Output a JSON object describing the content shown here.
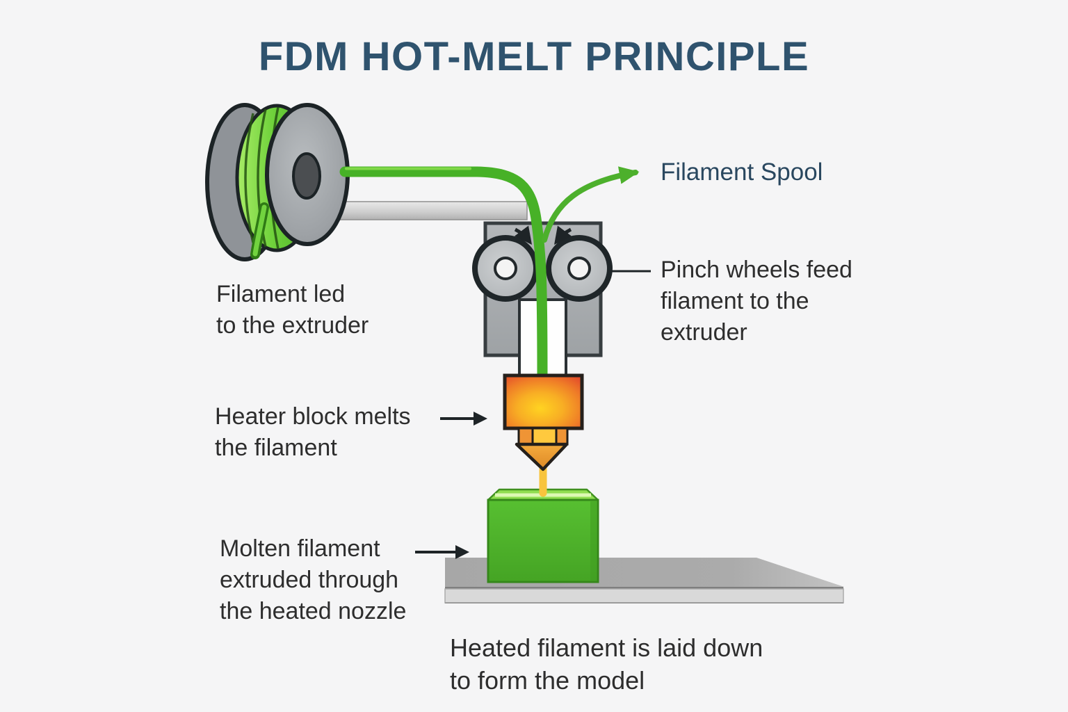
{
  "title": "FDM HOT-MELT PRINCIPLE",
  "labels": {
    "filament_spool": {
      "text": "Filament Spool"
    },
    "pinch_wheels": {
      "line1": "Pinch wheels feed",
      "line2": "filament to the",
      "line3": "extruder"
    },
    "filament_led": {
      "line1": "Filament led",
      "line2": "to the extruder"
    },
    "heater_block": {
      "line1": "Heater block melts",
      "line2": "the filament"
    },
    "molten_filament": {
      "line1": "Molten filament",
      "line2": "extruded through",
      "line3": "the heated nozzle"
    },
    "heated_filament": {
      "line1": "Heated filament is laid down",
      "line2": "to form the model"
    }
  },
  "colors": {
    "background": "#f5f5f6",
    "title_text": "#2f536e",
    "label_text": "#2d2d2d",
    "filament_spool_label_text": "#29475f",
    "filament_green": "#47b127",
    "filament_green_highlight": "#85dd4d",
    "spool_flange_gray": "#92969a",
    "spool_hub_dark": "#4b4e51",
    "machine_gray": "#aaadb0",
    "wheel_gray": "#c0c3c6",
    "outline_dark": "#20272a",
    "heater_yellow": "#ffd321",
    "heater_orange": "#ef7d27",
    "heater_red": "#e2482b",
    "nozzle_orange": "#ef9435",
    "nozzle_yellow": "#ffc93e",
    "molten_strand_yellow": "#f8c43e",
    "model_green": "#4eb32a",
    "model_green_top": "#90dd50",
    "plate_gray_top": "#a8a8a8",
    "plate_gray_front": "#d9d9d9",
    "leader_arrow_black": "#1e2427"
  }
}
